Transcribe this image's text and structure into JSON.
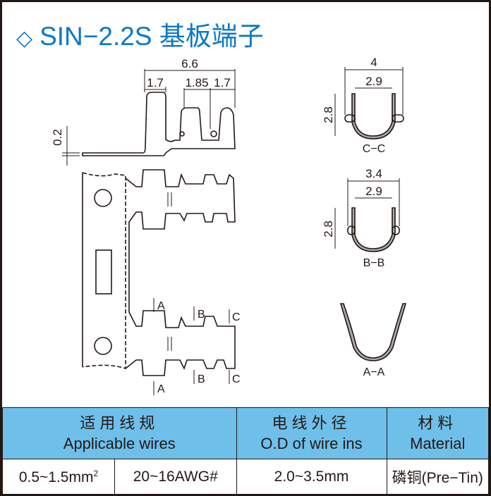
{
  "title": {
    "icon": "diamond-outline-icon",
    "text": "SIN−2.2S 基板端子"
  },
  "colors": {
    "title": "#0a78c8",
    "table_header": "#6ec0ea",
    "line": "#231815"
  },
  "side_view": {
    "overall": "6.6",
    "dim1": "1.7",
    "dim2": "1.85",
    "dim3": "1.7",
    "thickness": "0.2"
  },
  "section_marks": {
    "a": "A",
    "b": "B",
    "c": "C"
  },
  "section_cc": {
    "label": "C−C",
    "outer_width": "4",
    "inner_width": "2.9",
    "height": "2.8"
  },
  "section_bb": {
    "label": "B−B",
    "outer_width": "3.4",
    "inner_width": "2.9",
    "height": "2.8"
  },
  "section_aa": {
    "label": "A−A"
  },
  "table": {
    "headers": [
      {
        "cn": "适用线规",
        "en": "Applicable wires"
      },
      {
        "cn": "电线外径",
        "en": "O.D of wire ins"
      },
      {
        "cn": "材料",
        "en": "Material"
      }
    ],
    "row": {
      "mm2": "0.5~1.5mm",
      "mm2_sup": "2",
      "awg": "20~16AWG#",
      "od": "2.0~3.5mm",
      "material": "磷铜(Pre−Tin)"
    }
  }
}
